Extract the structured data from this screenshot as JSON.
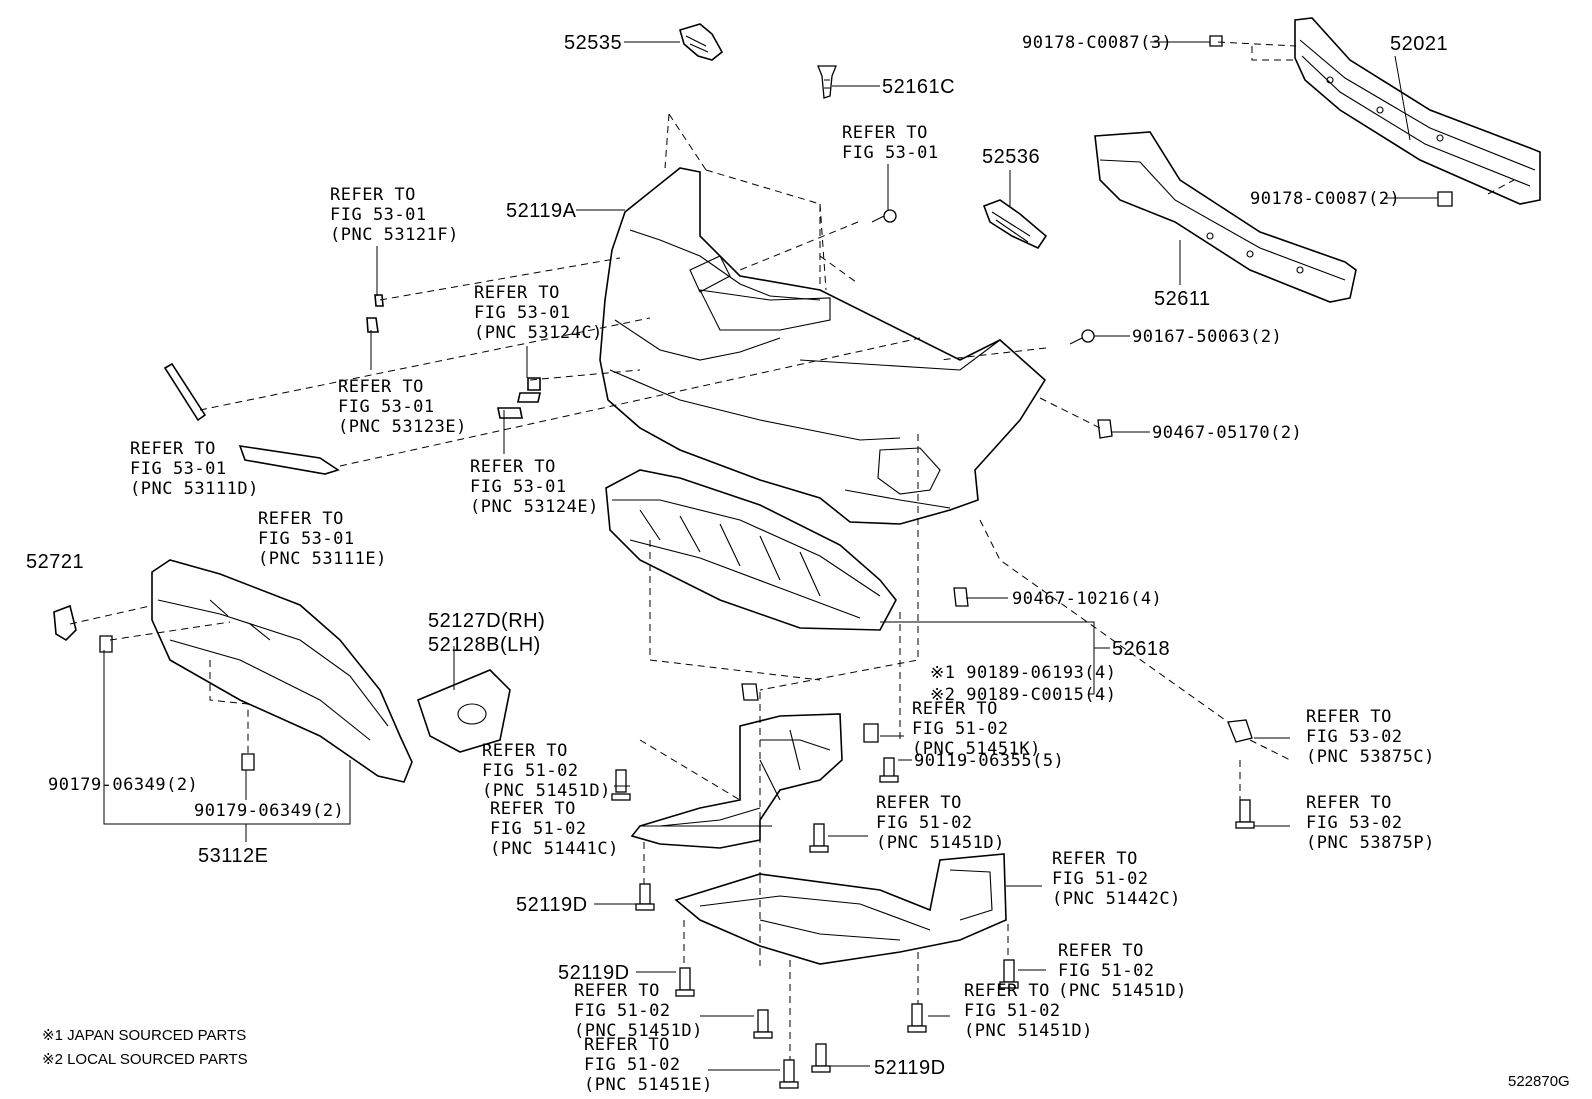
{
  "diagram_id": "522870G",
  "parts": {
    "p52535": "52535",
    "p52161C": "52161C",
    "p52021": "52021",
    "p52536": "52536",
    "p52119A": "52119A",
    "p52611": "52611",
    "p52721": "52721",
    "p52127D": "52127D(RH)",
    "p52128B": "52128B(LH)",
    "p52618": "52618",
    "p53112E": "53112E",
    "p52119D_a": "52119D",
    "p52119D_b": "52119D",
    "p52119D_c": "52119D"
  },
  "fasteners": {
    "f90178_3": "90178-C0087(3)",
    "f90178_2": "90178-C0087(2)",
    "f90167": "90167-50063(2)",
    "f90467_05170": "90467-05170(2)",
    "f90467_10216": "90467-10216(4)",
    "f90189_06193": "※1 90189-06193(4)",
    "f90189_C0015": "※2 90189-C0015(4)",
    "f90119": "90119-06355(5)",
    "f90179_a": "90179-06349(2)",
    "f90179_b": "90179-06349(2)"
  },
  "refs": {
    "r1": [
      "REFER TO",
      "FIG 53-01",
      ""
    ],
    "r2": [
      "REFER TO",
      "FIG 53-01",
      "(PNC 53121F)"
    ],
    "r3": [
      "REFER TO",
      "FIG 53-01",
      "(PNC 53124C)"
    ],
    "r4": [
      "REFER TO",
      "FIG 53-01",
      "(PNC 53123E)"
    ],
    "r5": [
      "REFER TO",
      "FIG 53-01",
      "(PNC 53111D)"
    ],
    "r6": [
      "REFER TO",
      "FIG 53-01",
      "(PNC 53124E)"
    ],
    "r7": [
      "REFER TO",
      "FIG 53-01",
      "(PNC 53111E)"
    ],
    "r8": [
      "REFER TO",
      "FIG 51-02",
      "(PNC 51451K)"
    ],
    "r9": [
      "REFER TO",
      "FIG 51-02",
      "(PNC 51451D)"
    ],
    "r10": [
      "REFER TO",
      "FIG 51-02",
      "(PNC 51441C)"
    ],
    "r11": [
      "REFER TO",
      "FIG 51-02",
      "(PNC 51451D)"
    ],
    "r12": [
      "REFER TO",
      "FIG 53-02",
      "(PNC 53875C)"
    ],
    "r13": [
      "REFER TO",
      "FIG 53-02",
      "(PNC 53875P)"
    ],
    "r14": [
      "REFER TO",
      "FIG 51-02",
      "(PNC 51442C)"
    ],
    "r15": [
      "REFER TO",
      "FIG 51-02",
      "(PNC 51451D)"
    ],
    "r16": [
      "REFER TO",
      "FIG 51-02",
      "(PNC 51451D)"
    ],
    "r17": [
      "REFER TO",
      "FIG 51-02",
      "(PNC 51451D)"
    ],
    "r18": [
      "REFER TO",
      "FIG 51-02",
      "(PNC 51451E)"
    ]
  },
  "notes": {
    "n1": "※1 JAPAN SOURCED PARTS",
    "n2": "※2 LOCAL SOURCED PARTS"
  }
}
